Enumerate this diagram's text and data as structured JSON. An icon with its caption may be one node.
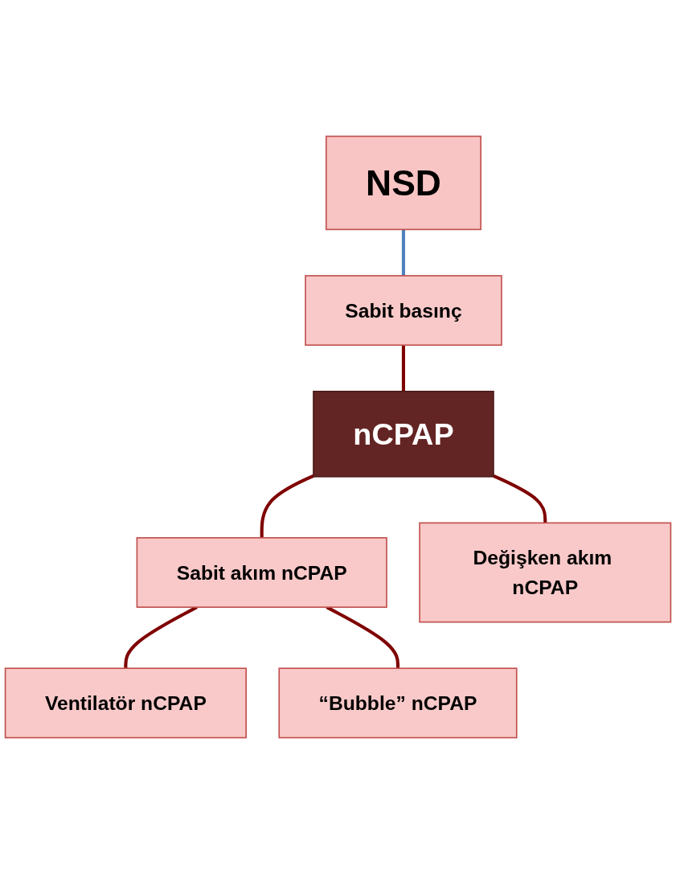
{
  "diagram": {
    "nodes": [
      {
        "text": [
          "NSD"
        ]
      },
      {
        "text": [
          "Sabit basınç"
        ]
      },
      {
        "text": [
          "nCPAP"
        ]
      },
      {
        "text": [
          "Sabit akım nCPAP"
        ]
      },
      {
        "text": [
          "Değişken akım nCPAP"
        ]
      },
      {
        "text": [
          "Ventilatör nCPAP"
        ]
      },
      {
        "text": [
          "“Bubble” nCPAP"
        ]
      }
    ],
    "edges": [
      {
        "from": 0,
        "to": 1,
        "arrow": "none",
        "color": "#4f81bd"
      },
      {
        "from": 1,
        "to": 2,
        "arrow": "none"
      },
      {
        "from": 2,
        "to": 3,
        "arrow": "none"
      },
      {
        "from": 2,
        "to": 4,
        "arrow": "none"
      },
      {
        "from": 3,
        "to": 5,
        "arrow": "none"
      },
      {
        "from": 3,
        "to": 6,
        "arrow": "none"
      }
    ]
  }
}
